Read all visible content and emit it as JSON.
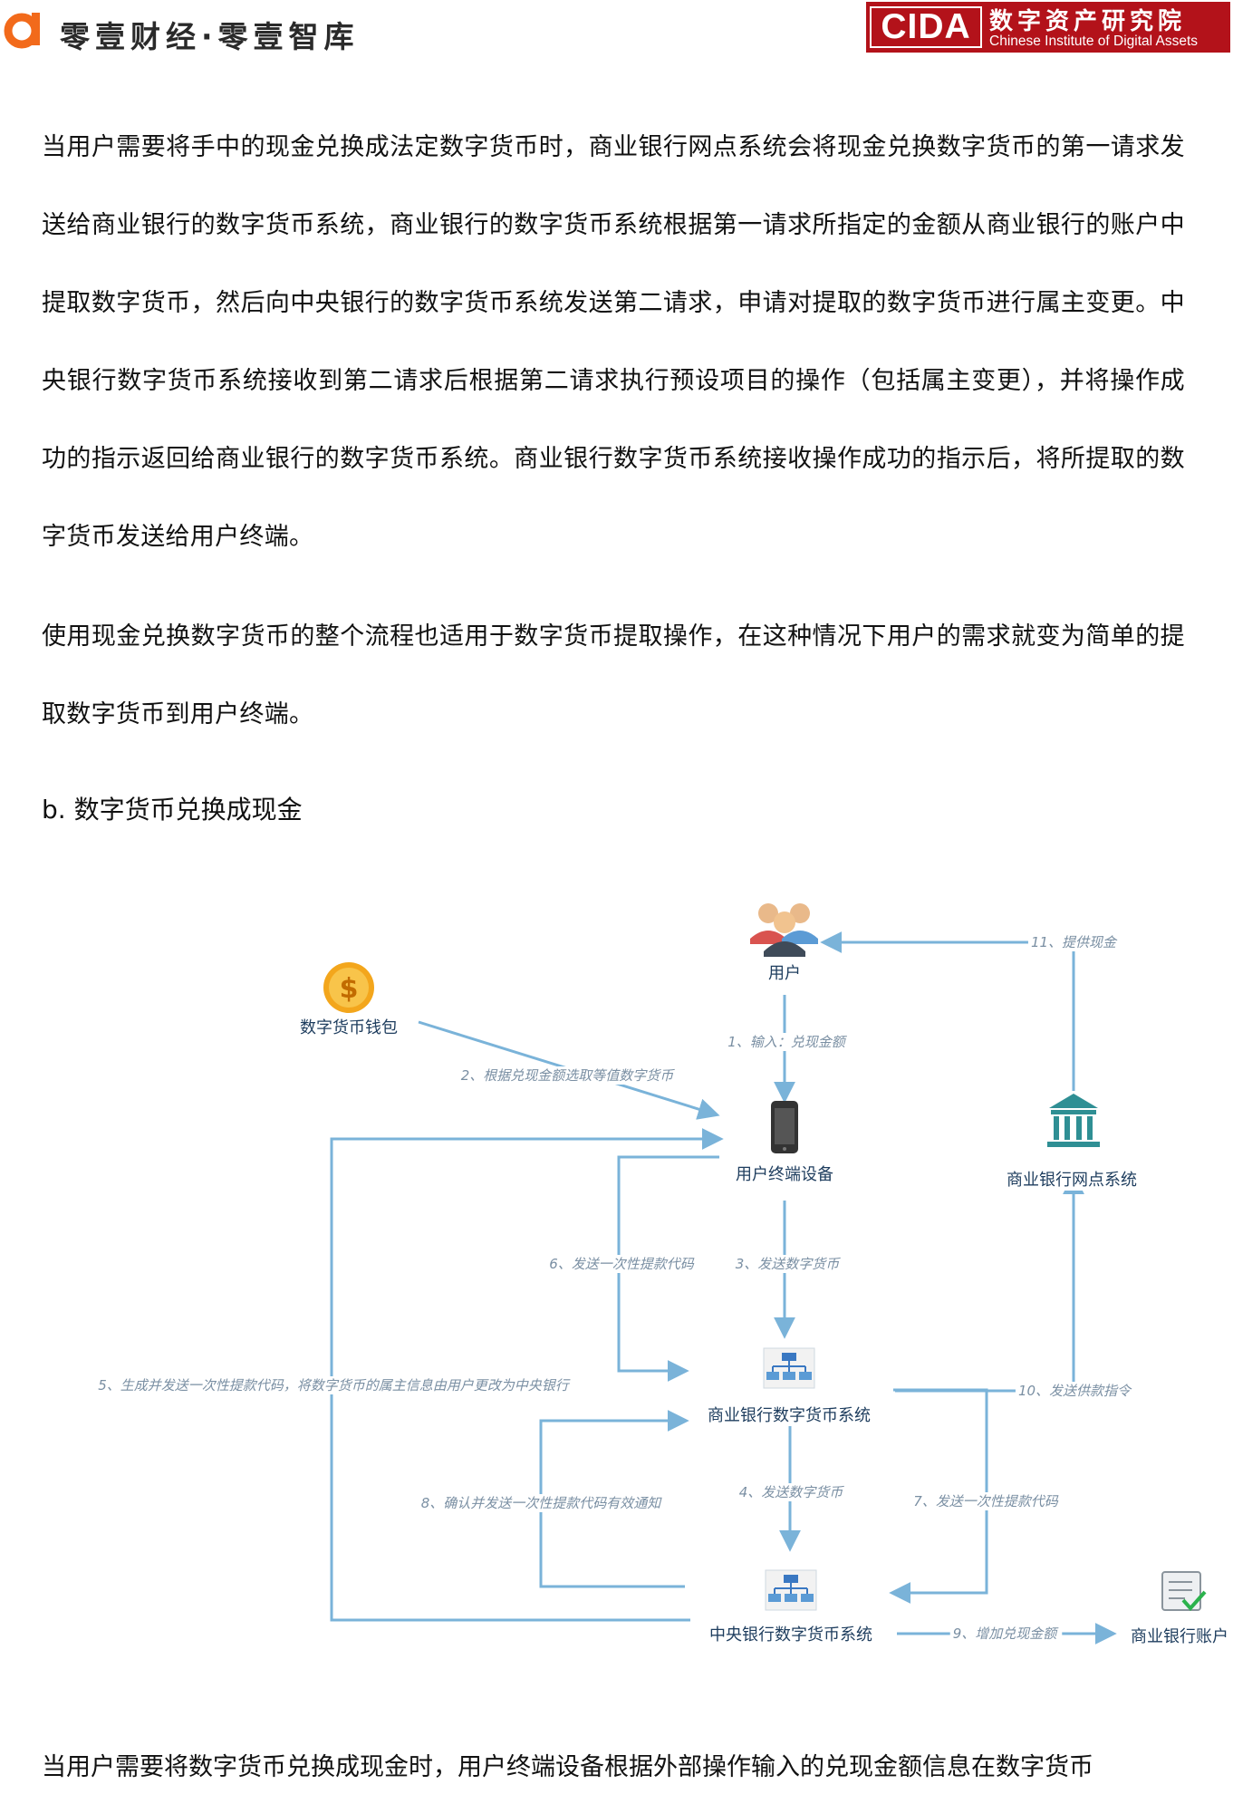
{
  "header": {
    "brand_name": "零壹财经·零壹智库",
    "cida_logo": "CIDA",
    "cida_cn": "数字资产研究院",
    "cida_en": "Chinese Institute of Digital Assets"
  },
  "paragraphs": {
    "p1": "当用户需要将手中的现金兑换成法定数字货币时，商业银行网点系统会将现金兑换数字货币的第一请求发送给商业银行的数字货币系统，商业银行的数字货币系统根据第一请求所指定的金额从商业银行的账户中提取数字货币，然后向中央银行的数字货币系统发送第二请求，申请对提取的数字货币进行属主变更。中央银行数字货币系统接收到第二请求后根据第二请求执行预设项目的操作（包括属主变更），并将操作成功的指示返回给商业银行的数字货币系统。商业银行数字货币系统接收操作成功的指示后，将所提取的数字货币发送给用户终端。",
    "p2": "使用现金兑换数字货币的整个流程也适用于数字货币提取操作，在这种情况下用户的需求就变为简单的提取数字货币到用户终端。",
    "subhead": "b. 数字货币兑换成现金",
    "bottom": "当用户需要将数字货币兑换成现金时，用户终端设备根据外部操作输入的兑现金额信息在数字货币"
  },
  "diagram": {
    "nodes": {
      "user": "用户",
      "wallet": "数字货币钱包",
      "terminal": "用户终端设备",
      "branch": "商业银行网点系统",
      "commercial": "商业银行数字货币系统",
      "central": "中央银行数字货币系统",
      "account": "商业银行账户"
    },
    "edges": {
      "e1": "1、输入：兑现金额",
      "e2": "2、根据兑现金额选取等值数字货币",
      "e3": "3、发送数字货币",
      "e4": "4、发送数字货币",
      "e5": "5、生成并发送一次性提款代码，将数字货币的属主信息由用户更改为中央银行",
      "e6": "6、发送一次性提款代码",
      "e7": "7、发送一次性提款代码",
      "e8": "8、确认并发送一次性提款代码有效通知",
      "e9": "9、增加兑现金额",
      "e10": "10、发送供款指令",
      "e11": "11、提供现金"
    },
    "colors": {
      "arrow": "#7ab3d9",
      "node_text": "#1e3d5e",
      "edge_text": "#7a8fa3"
    },
    "icons": [
      "users-icon",
      "coin-icon",
      "phone-icon",
      "bank-icon",
      "network-icon",
      "network-icon",
      "document-check-icon"
    ]
  }
}
